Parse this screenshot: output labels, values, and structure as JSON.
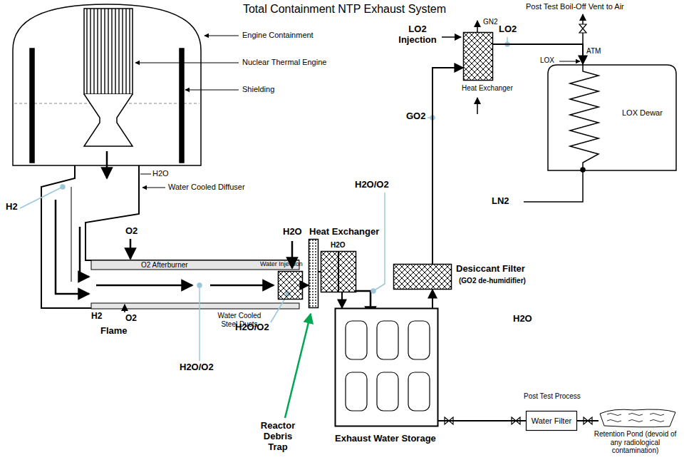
{
  "diagram": {
    "title": "Total Containment NTP Exhaust System",
    "nodes": [
      {
        "text": [
          "Water Injection"
        ]
      },
      {
        "text": [
          "Reactor Debris Trap"
        ]
      },
      {
        "text": [
          "Heat Exchanger",
          "H2O"
        ]
      },
      {
        "text": [
          "Exhaust Water Storage"
        ]
      },
      {
        "text": [
          "Desiccant Filter",
          "(GO2 de-humidifier)"
        ]
      },
      {
        "text": [
          "Heat Exchanger"
        ]
      },
      {
        "text": [
          "LOX Dewar"
        ]
      },
      {
        "text": [
          "Water Filter"
        ]
      },
      {
        "text": [
          "Retention Pond (devoid of any radiological contamination)"
        ]
      }
    ],
    "edges": [
      {
        "from": 0,
        "to": 1,
        "arrow": "to"
      },
      {
        "from": 1,
        "to": 2,
        "arrow": "none"
      },
      {
        "from": 2,
        "to": 3,
        "arrow": "to"
      },
      {
        "from": 3,
        "to": 4,
        "arrow": "to"
      },
      {
        "from": 4,
        "to": 5,
        "arrow": "to",
        "label": "GO2"
      },
      {
        "from": 5,
        "to": 6,
        "arrow": "to",
        "label": "LO2"
      },
      {
        "from": 3,
        "to": 7,
        "arrow": "none"
      },
      {
        "from": 7,
        "to": 8,
        "arrow": "none"
      }
    ],
    "labels": [
      "Engine Containment",
      "Nuclear Thermal Engine",
      "Shielding",
      "H2O",
      "Water Cooled Diffuser",
      "H2",
      "O2",
      "O2 Afterburner",
      "Water Cooled Steel Ducts",
      "H2",
      "O2",
      "Flame",
      "H2O/O2",
      "H2O",
      "H2O/O2",
      "H2O/O2",
      "Post Test Boil-Off Vent to Air",
      "LO2 Injection",
      "GN2",
      "ATM",
      "LOX",
      "LN2",
      "H2O",
      "Post Test Process"
    ]
  }
}
